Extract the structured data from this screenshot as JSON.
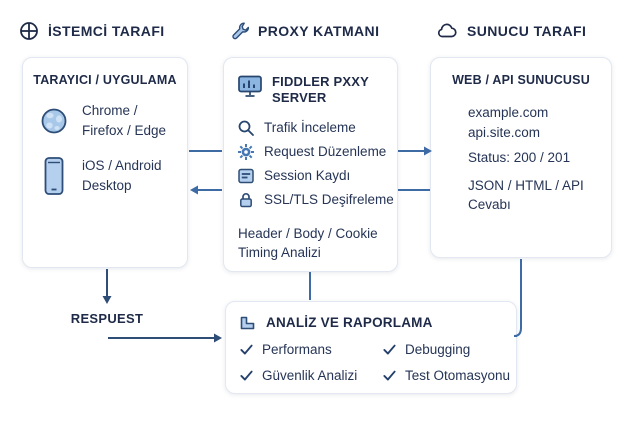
{
  "colors": {
    "heading_text": "#1e2a47",
    "body_text": "#263556",
    "panel_border": "#e2e7f1",
    "connector_blue": "#3e6ba3",
    "arrow_navy": "#2e4d77",
    "accent_blue": "#4678b4",
    "icon_fill_light": "#b5d0ee"
  },
  "headers": {
    "client": {
      "icon": "globe-icon",
      "label": "İSTEMCİ TARAFI"
    },
    "proxy": {
      "icon": "wrench-icon",
      "label": "PROXY KATMANI"
    },
    "server": {
      "icon": "cloud-icon",
      "label": "SUNUCU TARAFI"
    }
  },
  "client_box": {
    "title": "TARAYICI / UYGULAMA",
    "browsers": {
      "icon": "browser-globe-icon",
      "line1": "Chrome /",
      "line2": "Firefox / Edge"
    },
    "platforms": {
      "icon": "smartphone-icon",
      "line1": "iOS / Android",
      "line2": "Desktop"
    }
  },
  "proxy_box": {
    "icon": "monitor-icon",
    "title_line1": "FIDDLER PXXY",
    "title_line2": "SERVER",
    "features": [
      {
        "icon": "magnifier-icon",
        "label": "Trafik İnceleme"
      },
      {
        "icon": "gear-icon",
        "label": "Request Düzenleme"
      },
      {
        "icon": "document-icon",
        "label": "Session Kaydı"
      },
      {
        "icon": "lock-icon",
        "label": "SSL/TLS Deşifreleme"
      }
    ],
    "note_line1": "Header / Body / Cookie",
    "note_line2": "Timing Analizi"
  },
  "server_box": {
    "title": "WEB / API SUNUCUSU",
    "host1": "example.com",
    "host2": "api.site.com",
    "status": "Status: 200 / 201",
    "response_line1": "JSON / HTML / API",
    "response_line2": "Cevabı"
  },
  "analysis_box": {
    "icon": "bar-chart-icon",
    "title": "ANALİZ VE RAPORLAMA",
    "items": [
      "Performans",
      "Debugging",
      "Güvenlik Analizi",
      "Test Otomasyonu"
    ]
  },
  "flow_labels": {
    "response": "RESPUEST"
  }
}
